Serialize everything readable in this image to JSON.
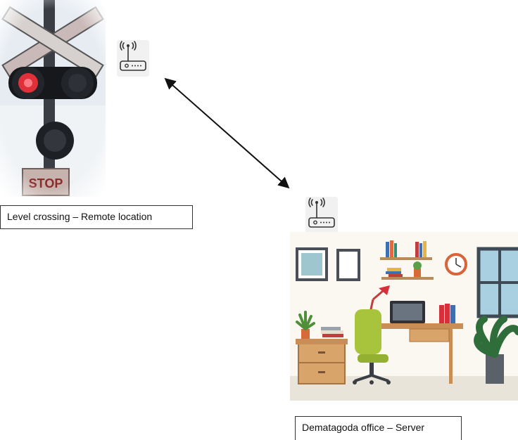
{
  "remote": {
    "caption": "Level crossing – Remote location",
    "sign_text": "STOP"
  },
  "server": {
    "caption": "Dematagoda office – Server"
  },
  "icons": {
    "router": "wifi-router-icon",
    "link": "double-headed-arrow"
  },
  "colors": {
    "signal_red": "#e0313a",
    "arrow": "#111111"
  }
}
